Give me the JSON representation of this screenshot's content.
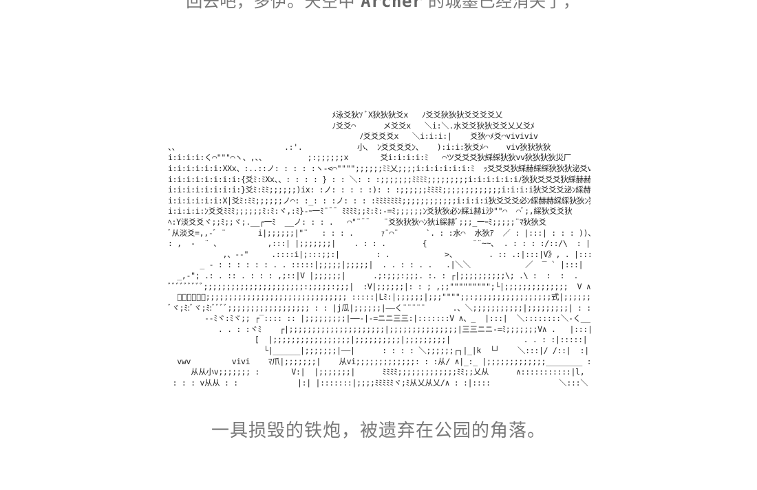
{
  "top_line": {
    "before": "“回去吧，多伊。”天空中 ",
    "name": "Archer",
    "after": " 的城墨已经消失了，"
  },
  "ascii_art_lines": [
    "                                    ﾒ泳爻狄ｿ ﾞX狄狄狄爻x   ﾉ爻爻狄狄狄爻爻爻爻乂",
    "                                    ﾉ爻爻⌒      メ爻爻x   ＼i:＼.水爻爻狄狄爻爻乂乂爻ﾒ",
    "                                          ﾉ爻爻爻爻x   ＼i:i:i:|    爻狄⌒ﾒ爻⌒viviviv",
    "、、                       .:'.            小、 ﾝ爻爻爻爻ﾝ、   ):i:i:狄爻ﾒ⌒    viv狄狄狄狄",
    "i:i:i:i:く⌒\"\"\"⌒ヽ、,、、         ;:;;;;;;x       爻i:i:i:i:ﾐ   ⌒ツ爻爻爻狄綵綵狄狄vv狄狄狄狄災厂",
    "i:i:i:i:i:i:XXx、:..::ノ: : : : :ヽ‐<⌒\"\"\"\";;;;;;ﾐﾐ乂;;;;i:i:i:i:i:i:ﾐ  ｯ爻爻爻狄綵赫綵綵狄狄狄泌爻vv",
    "i:i:i:i:i:i:i:i:{爻ﾐ:ﾐXx、、: : : : } : : ＼: : :;;;;;;;ﾐﾐﾐﾐ;;;;;;;;;i:i:i:i:i:iﾉ狄狄爻爻爻狄綵赫赫赫綵綵綵必爻乂",
    "i:i:i:i:i:i:i:i:}爻ﾐ:ﾐﾐ;;;;;;)ix: :ノ: : : : :): : :;;;;;;ﾐﾐﾐﾐ;;;;;;;;;;;;;i:i:i:i狄爻爻爻泌ﾝ綵赫赫綵狄狄ﾝ狄爻爻乂",
    "i:i:i:i:i:i:X|爻ﾐ:ﾐﾐ;;;;;;ノ⌒: :_: : :ノ: : : :ﾐﾐﾐﾐﾐﾐﾐ;;;;;;;;;;;;i:i:i:i狄爻爻爻必ﾝ綵赫赫綵綵狄狄ﾝ狄爻爻ﾒ",
    "i:i:i:i:ﾝ爻爻ﾐﾐﾐ;;;;;;ﾐ:ﾐ:ヾ,:ﾐ}-ｰ一ﾐ¨¯¯ ﾐﾐﾐﾐ;;ﾐ:ﾐ:-=ﾐ;;;;;;ﾝ爻狄狄必ﾝ綵i赫i沙\"\"⌒  ⌒ﾞ;,綵狄爻爻狄",
    "ﾍ:Y淡爻爻ヾ;;ﾐ;;ヾ;.__┌一ﾐ  __ノ: : : .   ⌒\"¨¯¯   ¨爻狄狄狄⌒ﾝ狄i綵赫ﾞ;;;_一ｰﾐ;;;;;¨ﾏ狄狄爻",
    "ﾞ从淡爻=,,-ﾞ ¨       i|;;;;;;|\"¨   : : : .      ｧ¨⌒¨      `. : :水⌒  水狄ｱ  ／ : |:::| : : : ))、:::::¨く狄狄",
    ": ,  ‐  ¨ ､           ,:::| |;;;;;;;|    . : : .        {          ¨¨~~､  . : : : :/::/\\  : |   . :/::心:.、:::寸狄",
    "            ,、-‐\"     .::::i|;:::;;:|        : .            >、       . :: .:|:::|V》, . |:::|: : :/:::/ / \\: . V",
    "       _ - : : : : : : . . :::::|;;;;;|;;;;;|  . . : : . .   .|＼＼            ／  ‾ ` |:::|  V》|:::|: : :/:::/: :   . V:. .  V",
    "  _,-\"; .: . :: . : : : ,;::|V |;;;;;;|      .;:;;;:;;;. :. : ┌|;;;;;;;;;;\\; .\\ :  :  :  .     /     V|    V》|:::|:::/::/:  : ...     .|:|:::|:::::|",
    "ﾞﾞﾞﾞﾞﾞﾞﾞﾞ;;;;;;;;;;;;;;;;;;;;;;:;;;;;:;;;|  :V|;;;;;;|: : ; ,;;\"\"\"\"\"\"\"\"\";└|;;;;;;;;;;;;;;  V ∧; .: : .(    γ⌒ヽ |＼‐=式|:::/:::/‐ﾐ;;.\" : : |:::|:::::|",
    "  ﾞﾞﾞﾞﾞﾞ;;;;;;;;;;;;;;;;;;;;;;;;;;;;;;; :::::|Lﾐ:|;;;;;;|;;;\"\"\"\";;:;;;;;;;;;;;;;;;;;式|;;;;;;;;;;;;;;; :|;;;;:| : ＼、   乂__ﾉ/__＼::::V::/:::::::|  . : :|:::|:::::|",
    "ﾞヾ;ﾐ:ﾞヾ;ﾐ:ﾞﾞﾞﾞ;;;;;;;;;;;;;;;;;; : : |j瓜|;;;;;;|――く¨¨¨¨¨      .、＼;;;;;;;;;;;|;;;;;;;;;| : : : : ))。__彡へ三三)::: |<ニニニニi::|:::::|",
    "        ‐‐ﾐヾ:ﾐヾ;; ┌‾:::: :: |;;;;;;;;;|――-|‐=ニニ三三:|:::::::V ∧、_  |:::|  ＼::::::::＼‐く___ﾉ＼＼    :::::::: |::|:::::|",
    "           . . : :ヾﾐ    ┌|;;;;;;;;;;;;;;;;;;;;;|;;;;;;;;;;;;;;;|三三ニニ‐=ﾐ;;;;;;;V∧ .   |:::|    ＼:::＼___)/:/ | :|V  ＼  .  ...:|:::|:::::|",
    "                   [  |;;;;;;;;;;;;;;;;;|;;;;;;;;;;|;;;;;;;;;|                . . : :|:::::|    ＼::|/:/:::|  :|   V》  ＼ ＼ ;:  : |:::::|",
    "                     └|______|;;;;;;;|――|      : : : : ＼;;;;;;┌┐|_|k  └┘    ＼:::|/ /::|  :|  V》    ＼  ＼,: :::::|",
    "  vwv         vivi    ﾏ爪|;;;;;;;|    从vi;;;;;;;;;;;;;: : :从/ ∧|_:_ |;;;;;;;;;;;;;________ :, / ＼:|  :| . V》       ＼  ` ;;;;;;",
    "     从从小v;;;;;;; :       V:|  |;;;;;;;|      ﾐﾐﾐﾐ;;;;;;;;;;;;;ﾐﾐ;;乂从      ∧:::::::::::|l,                 ＼:::|_| . V》,  /:::::/:::::/",
    " : : : v从从 : :             |:| |:::::::|;;;;ﾐﾐﾐﾐﾐヾ;ﾐ从乂从乂/∧ : :|::::               ＼:::＼    V》\"::::/::::/"
  ],
  "caption": "一具损毁的铁炮，被遗弃在公园的角落。"
}
